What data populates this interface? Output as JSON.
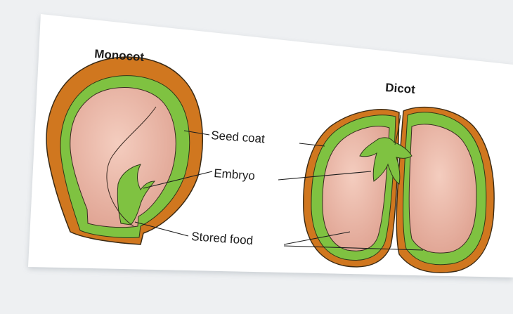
{
  "diagram": {
    "titles": {
      "monocot": "Monocot",
      "dicot": "Dicot"
    },
    "labels": {
      "seed_coat": "Seed coat",
      "embryo": "Embryo",
      "stored_food": "Stored food"
    },
    "colors": {
      "seed_coat": "#d0771f",
      "embryo_layer": "#7fc241",
      "stored_food": "#e9b2a2",
      "outline": "#2d2a20",
      "card": "#ffffff",
      "background": "#eef0f2"
    }
  }
}
